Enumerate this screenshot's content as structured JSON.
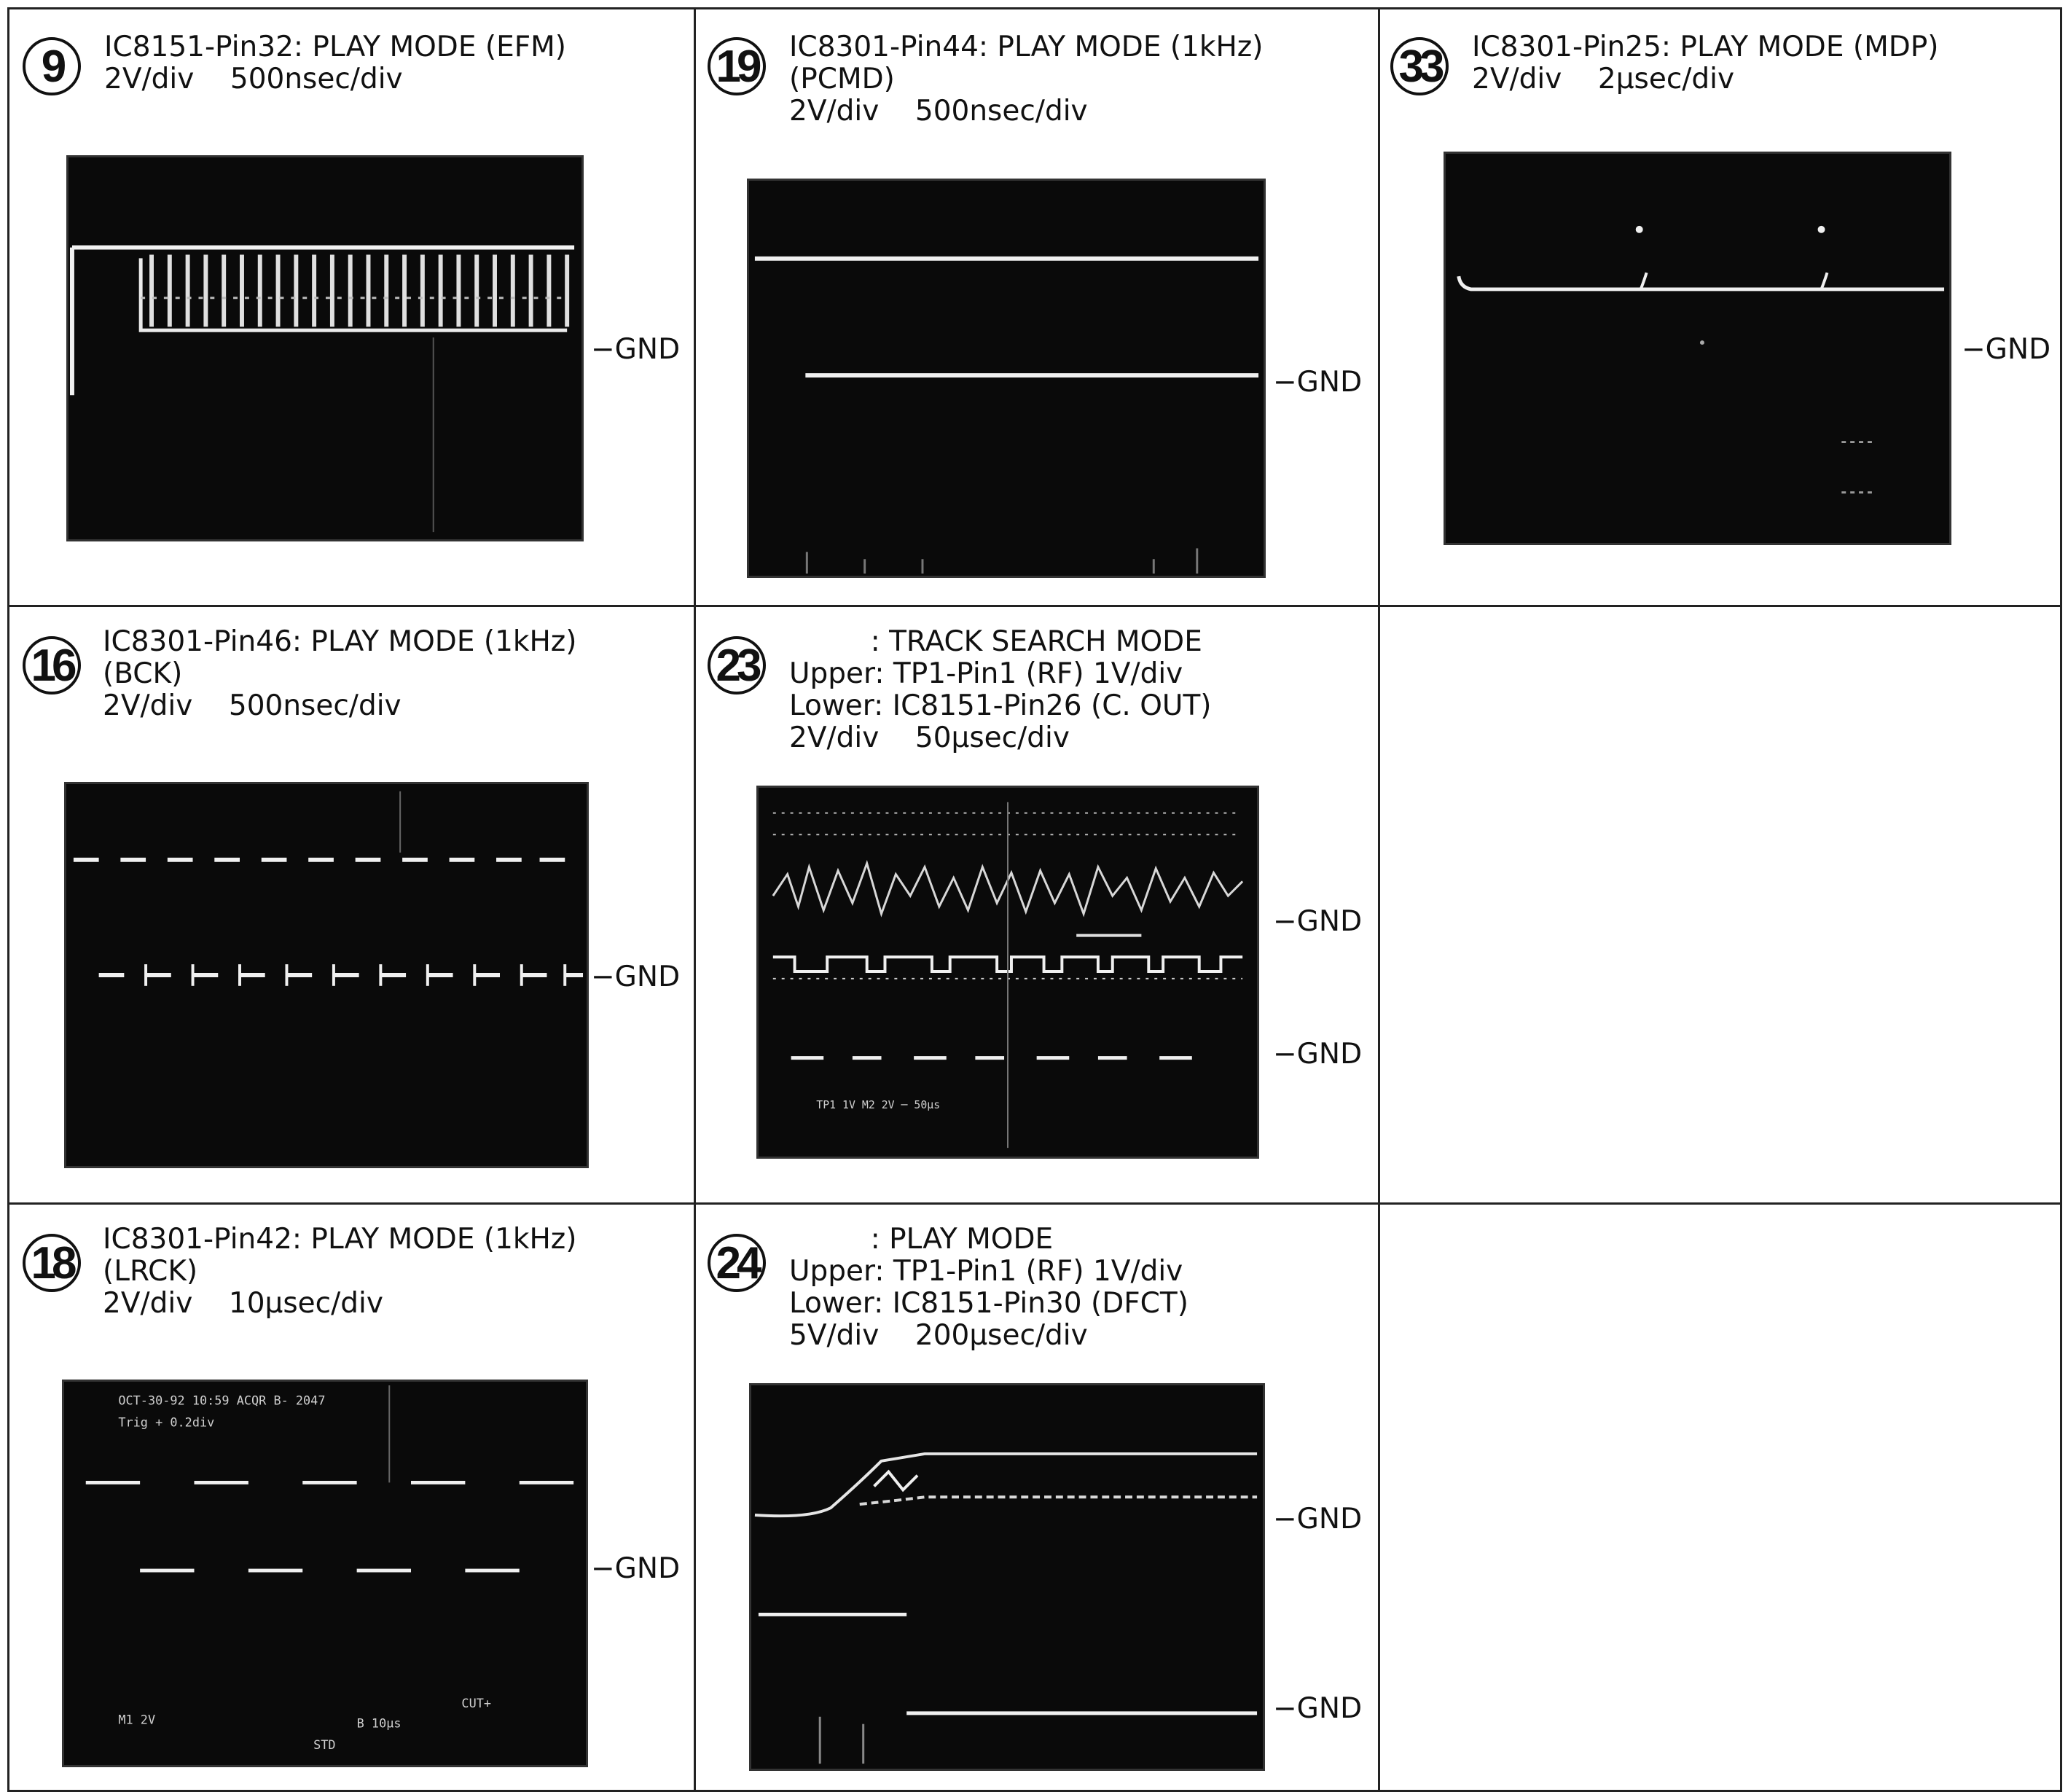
{
  "gnd_label": "−GND",
  "panels": {
    "p9": {
      "num": "9",
      "caption": "IC8151-Pin32: PLAY MODE (EFM)\n2V/div    500nsec/div"
    },
    "p19": {
      "num": "19",
      "caption": "IC8301-Pin44: PLAY MODE (1kHz)\n(PCMD)\n2V/div    500nsec/div"
    },
    "p33": {
      "num": "33",
      "caption": "IC8301-Pin25: PLAY MODE (MDP)\n2V/div    2μsec/div"
    },
    "p16": {
      "num": "16",
      "caption": "IC8301-Pin46: PLAY MODE (1kHz)\n(BCK)\n2V/div    500nsec/div"
    },
    "p23": {
      "num": "23",
      "caption": "         : TRACK SEARCH MODE\nUpper: TP1-Pin1 (RF) 1V/div\nLower: IC8151-Pin26 (C. OUT)\n2V/div    50μsec/div"
    },
    "p18": {
      "num": "18",
      "caption": "IC8301-Pin42: PLAY MODE (1kHz)\n(LRCK)\n2V/div    10μsec/div"
    },
    "p24": {
      "num": "24",
      "caption": "         : PLAY MODE\nUpper: TP1-Pin1 (RF) 1V/div\nLower: IC8151-Pin30 (DFCT)\n5V/div    200μsec/div"
    }
  },
  "scope_text": {
    "p23_top": "TP1  1V    M2  2V    ─ 50μs",
    "p18_top1": "OCT-30-92 10:59  ACQR    B- 2047",
    "p18_top2": "Trig  + 0.2div",
    "p18_bot1": "M1  2V",
    "p18_bot2": "B 10μs",
    "p18_bot3": "STD",
    "p18_bot4": "CUT+"
  }
}
